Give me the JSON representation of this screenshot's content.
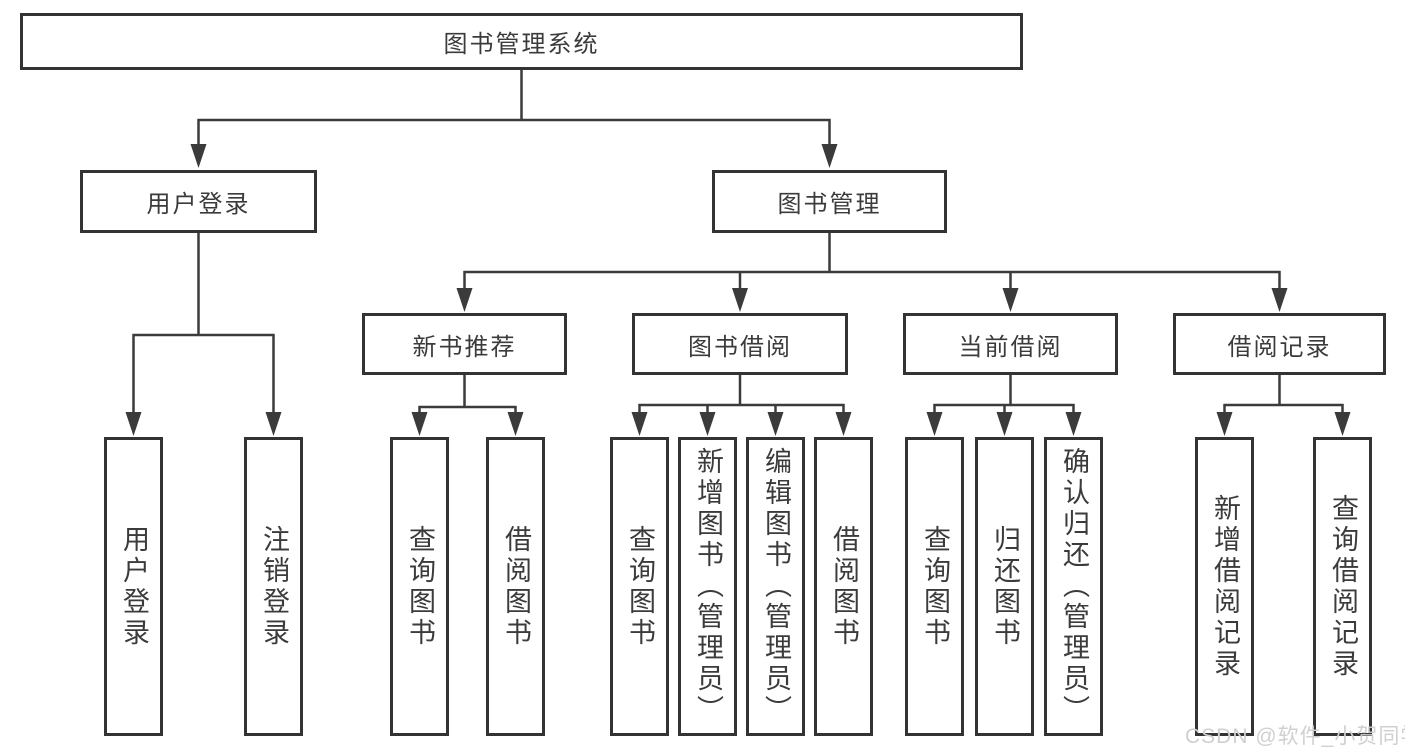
{
  "tree": {
    "label": "图书管理系统",
    "children": [
      {
        "label": "用户登录",
        "children": [
          {
            "label": "用户登录"
          },
          {
            "label": "注销登录"
          }
        ]
      },
      {
        "label": "图书管理",
        "children": [
          {
            "label": "新书推荐",
            "children": [
              {
                "label": "查询图书"
              },
              {
                "label": "借阅图书"
              }
            ]
          },
          {
            "label": "图书借阅",
            "children": [
              {
                "label": "查询图书"
              },
              {
                "label": "新增图书（管理员）"
              },
              {
                "label": "编辑图书（管理员）"
              },
              {
                "label": "借阅图书"
              }
            ]
          },
          {
            "label": "当前借阅",
            "children": [
              {
                "label": "查询图书"
              },
              {
                "label": "归还图书"
              },
              {
                "label": "确认归还（管理员）"
              }
            ]
          },
          {
            "label": "借阅记录",
            "children": [
              {
                "label": "新增借阅记录"
              },
              {
                "label": "查询借阅记录"
              }
            ]
          }
        ]
      }
    ]
  },
  "watermark": "CSDN @软件_小贺同学",
  "colors": {
    "line": "#3b3b3b",
    "box_border": "#333333",
    "text": "#3b3b3b",
    "background": "#ffffff",
    "watermark": "#d0d0d3"
  }
}
